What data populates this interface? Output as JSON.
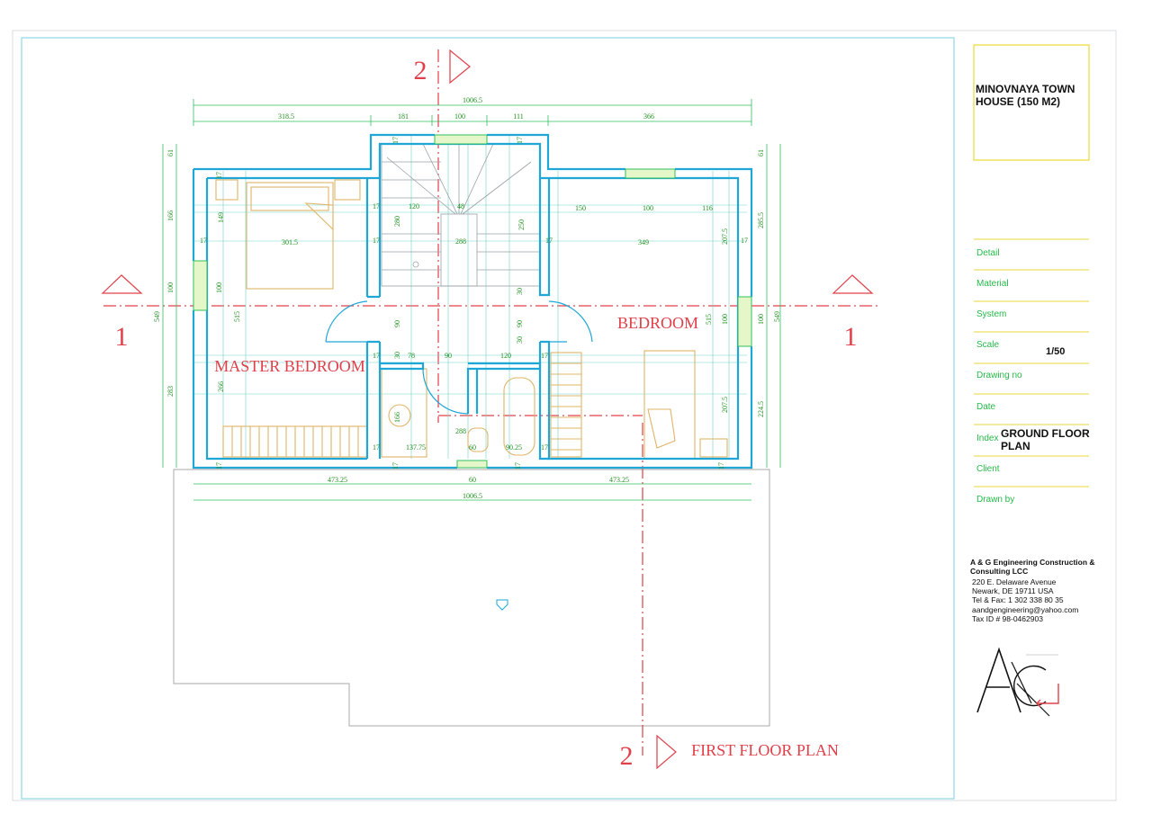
{
  "drawing": {
    "section_marks": {
      "a": "1",
      "b": "2"
    },
    "rooms": {
      "master_bedroom": "MASTER BEDROOM",
      "bedroom": "BEDROOM"
    },
    "first_floor_label": "FIRST FLOOR PLAN",
    "dims_top": {
      "overall": "1006.5",
      "d1": "318.5",
      "d2": "181",
      "d3": "100",
      "d4": "111",
      "d5": "366"
    },
    "dims_bottom": {
      "overall": "1006.5",
      "d1": "473.25",
      "d2": "60",
      "d3": "473.25"
    },
    "dims_left": {
      "a": "61",
      "b": "166",
      "c": "100",
      "d": "283",
      "overall": "549"
    },
    "dims_right": {
      "a": "61",
      "b": "285.5",
      "c": "100",
      "d": "224.5",
      "overall": "549"
    },
    "dims_master": {
      "w": "301.5",
      "h1": "149",
      "h2": "515",
      "h3": "266",
      "t1": "17",
      "t2": "17",
      "t3": "100",
      "t4": "17"
    },
    "dims_stair": {
      "a": "120",
      "b": "48",
      "c": "250",
      "d": "280",
      "e": "288",
      "f": "17",
      "g": "17",
      "h": "30",
      "i": "30"
    },
    "dims_bedroom": {
      "a": "150",
      "b": "100",
      "c": "116",
      "w": "349",
      "h1": "207.5",
      "h2": "515",
      "h3": "207.5",
      "t1": "17",
      "t2": "17",
      "t3": "100"
    },
    "dims_hall": {
      "a": "90",
      "b": "90",
      "c": "30",
      "d": "78",
      "e": "90",
      "f": "120",
      "g": "17",
      "h": "17"
    },
    "dims_bath": {
      "a": "166",
      "b": "288",
      "c": "137.75",
      "d": "60",
      "e": "90.25",
      "t1": "17",
      "t2": "17",
      "t3": "17",
      "t4": "17",
      "t5": "17",
      "t6": "17",
      "t7": "17"
    }
  },
  "title_block": {
    "project": "MINOVNAYA TOWN HOUSE (150 M2)",
    "fields": [
      {
        "label": "Detail",
        "value": ""
      },
      {
        "label": "Material",
        "value": ""
      },
      {
        "label": "System",
        "value": ""
      },
      {
        "label": "Scale",
        "value": "1/50"
      },
      {
        "label": "Drawing no",
        "value": ""
      },
      {
        "label": "Date",
        "value": ""
      },
      {
        "label": "Index",
        "value": "GROUND FLOOR PLAN"
      },
      {
        "label": "Client",
        "value": ""
      },
      {
        "label": "Drawn by",
        "value": ""
      }
    ],
    "company": {
      "name": "A & G Engineering Construction & Consulting LCC",
      "address1": "220 E. Delaware Avenue",
      "address2": "Newark, DE 19711 USA",
      "phone": "Tel & Fax: 1 302 338 80 35",
      "email": "aandgengineering@yahoo.com",
      "tax": "Tax ID # 98-0462903",
      "logo_text": "A&G"
    }
  },
  "colors": {
    "wall": "#1ea6d6",
    "dimension": "#2fbf5f",
    "annotation": "#e0404a",
    "furniture": "#e0b468",
    "title_border": "#e8d83a"
  }
}
